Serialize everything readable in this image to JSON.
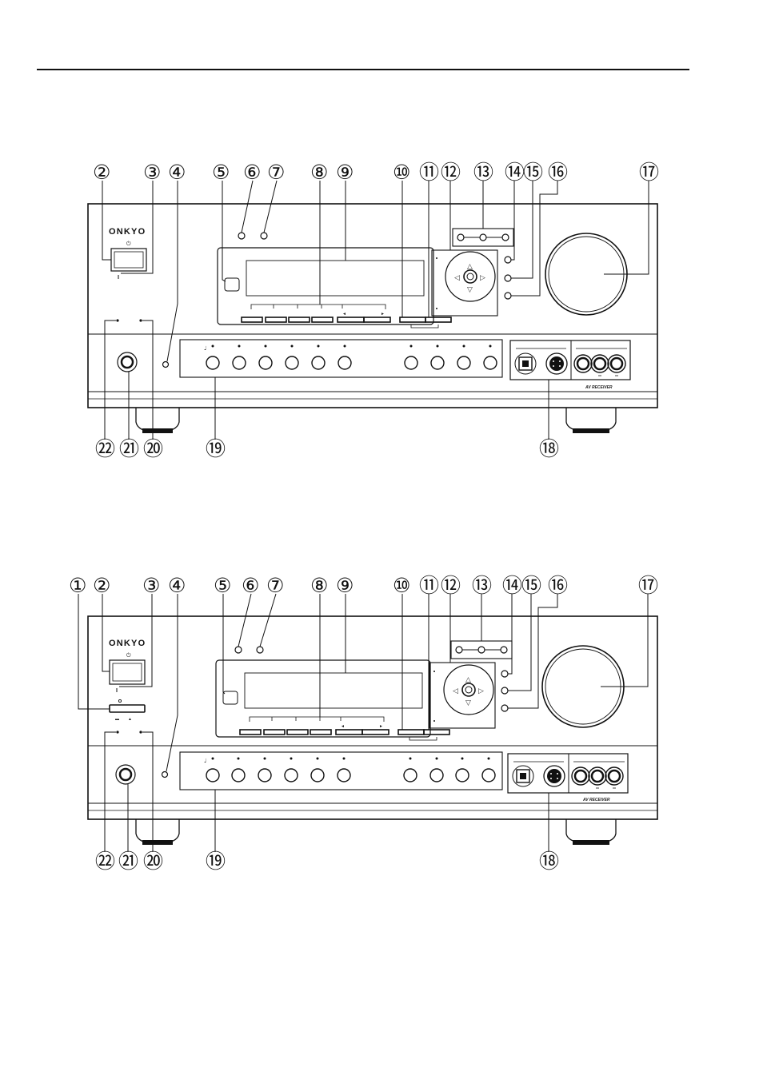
{
  "brand": "ONKYO",
  "model_label": "AV RECEIVER",
  "panels": [
    {
      "name": "top",
      "callouts_top": [
        "②",
        "③",
        "④",
        "⑤",
        "⑥",
        "⑦",
        "⑧",
        "⑨",
        "⑩",
        "⑪",
        "⑫",
        "⑬",
        "⑭",
        "⑮",
        "⑯",
        "⑰"
      ],
      "callouts_bottom": [
        "㉒",
        "㉑",
        "⑳",
        "⑲",
        "⑱"
      ]
    },
    {
      "name": "bottom",
      "callouts_top": [
        "①",
        "②",
        "③",
        "④",
        "⑤",
        "⑥",
        "⑦",
        "⑧",
        "⑨",
        "⑩",
        "⑪",
        "⑫",
        "⑬",
        "⑭",
        "⑮",
        "⑯",
        "⑰"
      ],
      "callouts_bottom": [
        "㉒",
        "㉑",
        "⑳",
        "⑲",
        "⑱"
      ]
    }
  ]
}
